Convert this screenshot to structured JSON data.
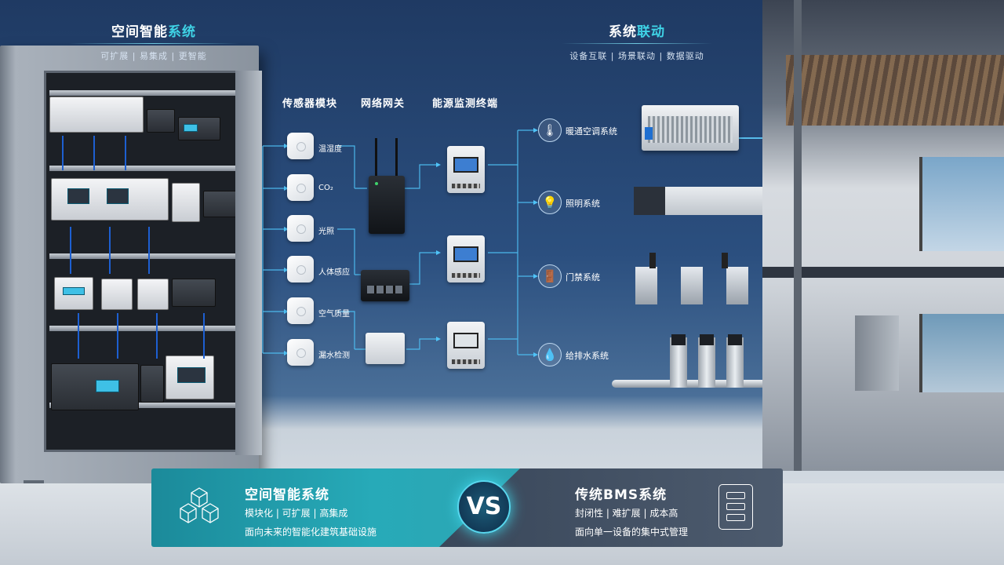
{
  "left_header": {
    "title_a": "空间智能",
    "title_b": "系统",
    "subtitle": "可扩展 | 易集成 | 更智能"
  },
  "right_header": {
    "title_a": "系统",
    "title_b": "联动",
    "subtitle": "设备互联 | 场景联动 | 数据驱动"
  },
  "columns": {
    "sensors": "传感器模块",
    "gateway": "网络网关",
    "energy": "能源监测终端"
  },
  "sensors": [
    "温湿度",
    "CO₂",
    "光照",
    "人体感应",
    "空气质量",
    "漏水检测"
  ],
  "systems": [
    {
      "label": "暖通空调系统",
      "icon": "thermometer-icon"
    },
    {
      "label": "照明系统",
      "icon": "bulb-icon"
    },
    {
      "label": "门禁系统",
      "icon": "door-icon"
    },
    {
      "label": "给排水系统",
      "icon": "water-drop-icon"
    }
  ],
  "compare": {
    "left": {
      "title": "空间智能系统",
      "features": "模块化 | 可扩展 | 高集成",
      "desc": "面向未来的智能化建筑基础设施",
      "icon": "cubes-icon"
    },
    "vs": "VS",
    "right": {
      "title": "传统BMS系统",
      "features": "封闭性 | 难扩展 | 成本高",
      "desc": "面向单一设备的集中式管理",
      "icon": "server-icon"
    }
  },
  "colors": {
    "accent": "#3fd3e6",
    "line": "#4fc3f7",
    "compare_left": "#27aab8",
    "compare_right": "#4d5b6e"
  }
}
